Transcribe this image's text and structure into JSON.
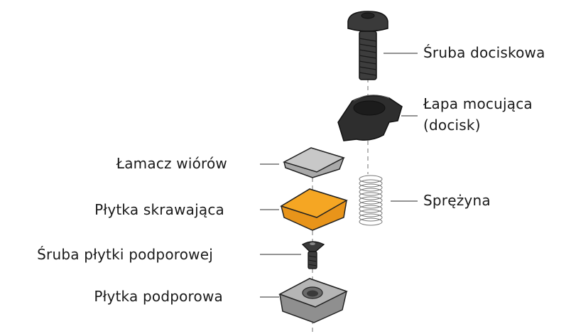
{
  "labels": {
    "sruba_dociskowa": "Śruba dociskowa",
    "lapa_line1": "Łapa mocująca",
    "lapa_line2": "(docisk)",
    "lamacz": "Łamacz wiórów",
    "sprezyna": "Sprężyna",
    "plytka_skrawajaca": "Płytka skrawająca",
    "sruba_plytki": "Śruba płytki podporowej",
    "plytka_podporowa": "Płytka podporowa"
  },
  "colors": {
    "insert": "#f5a623",
    "metal": "#b5b5b5",
    "dark": "#3a3a3a",
    "leader": "#555555"
  }
}
